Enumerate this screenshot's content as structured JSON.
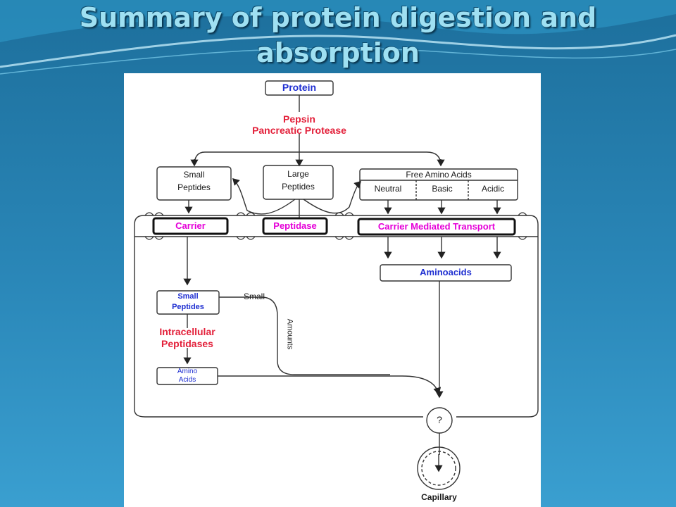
{
  "slide": {
    "title_line1": "Summary of protein digestion and",
    "title_line2": "absorption"
  },
  "diagram": {
    "protein": "Protein",
    "enzymes": [
      "Pepsin",
      "Pancreatic Protease"
    ],
    "small_peptides_box": [
      "Small",
      "Peptides"
    ],
    "large_peptides_box": [
      "Large",
      "Peptides"
    ],
    "free_amino_acids": {
      "title": "Free Amino Acids",
      "types": [
        "Neutral",
        "Basic",
        "Acidic"
      ]
    },
    "membrane_transport": {
      "carrier": "Carrier",
      "peptidase": "Peptidase",
      "carrier_mediated": "Carrier Mediated Transport"
    },
    "aminoacids": "Aminoacids",
    "intracellular": {
      "small_peptides": [
        "Small",
        "Peptides"
      ],
      "enzyme": [
        "Intracellular",
        "Peptidases"
      ],
      "amino_acids": [
        "Amino",
        "Acids"
      ],
      "small_label": "Small",
      "amounts_label": "Amounts"
    },
    "junction": "?",
    "capillary": "Capillary"
  },
  "colors": {
    "label_blue": "#1f2fd1",
    "enzyme_red": "#e3203a",
    "transport_magenta": "#e500d8",
    "background_blue": "#2a87b8",
    "title_cyan": "#9fe0f2"
  }
}
